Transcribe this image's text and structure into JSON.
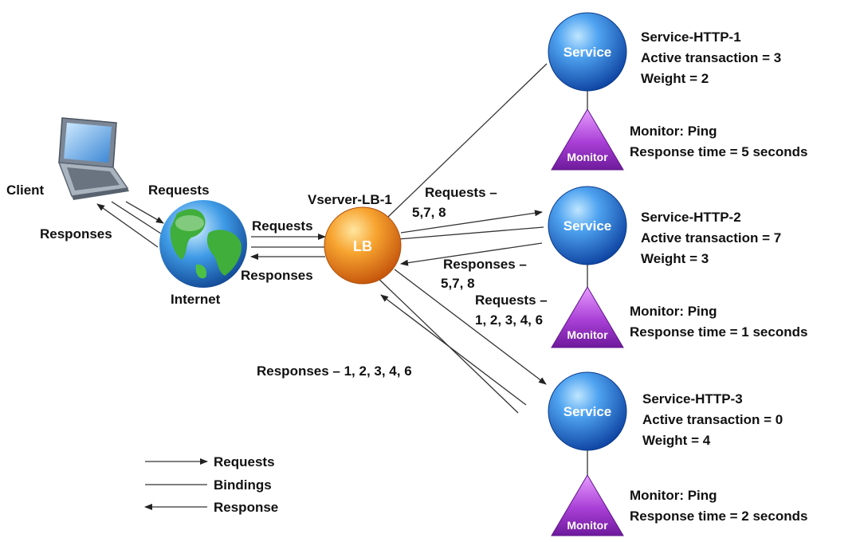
{
  "client": {
    "label": "Client"
  },
  "internet": {
    "label": "Internet"
  },
  "lb": {
    "label": "LB",
    "vserver_label": "Vserver-LB-1"
  },
  "edges": {
    "client_requests": "Requests",
    "client_responses": "Responses",
    "lb_requests": "Requests",
    "lb_responses": "Responses",
    "s1_requests_line1": "Requests –",
    "s1_requests_line2": "5,7, 8",
    "s2_responses_line1": "Responses –",
    "s2_responses_line2": "5,7, 8",
    "s3_requests_line1": "Requests –",
    "s3_requests_line2": "1, 2, 3, 4, 6",
    "s3_responses": "Responses –  1, 2, 3, 4, 6"
  },
  "services": [
    {
      "node_label": "Service",
      "name": "Service-HTTP-1",
      "active": "Active transaction = 3",
      "weight": "Weight = 2",
      "monitor": {
        "node_label": "Monitor",
        "title": "Monitor: Ping",
        "response": "Response time = 5 seconds"
      }
    },
    {
      "node_label": "Service",
      "name": "Service-HTTP-2",
      "active": "Active transaction = 7",
      "weight": "Weight = 3",
      "monitor": {
        "node_label": "Monitor",
        "title": "Monitor: Ping",
        "response": "Response time = 1 seconds"
      }
    },
    {
      "node_label": "Service",
      "name": "Service-HTTP-3",
      "active": "Active transaction = 0",
      "weight": "Weight = 4",
      "monitor": {
        "node_label": "Monitor",
        "title": "Monitor: Ping",
        "response": "Response time = 2 seconds"
      }
    }
  ],
  "legend": {
    "requests": "Requests",
    "bindings": "Bindings",
    "response": "Response"
  },
  "colors": {
    "service_blue": "#2f7fd8",
    "lb_orange": "#f28a1a",
    "monitor_purple": "#a62fd0"
  }
}
